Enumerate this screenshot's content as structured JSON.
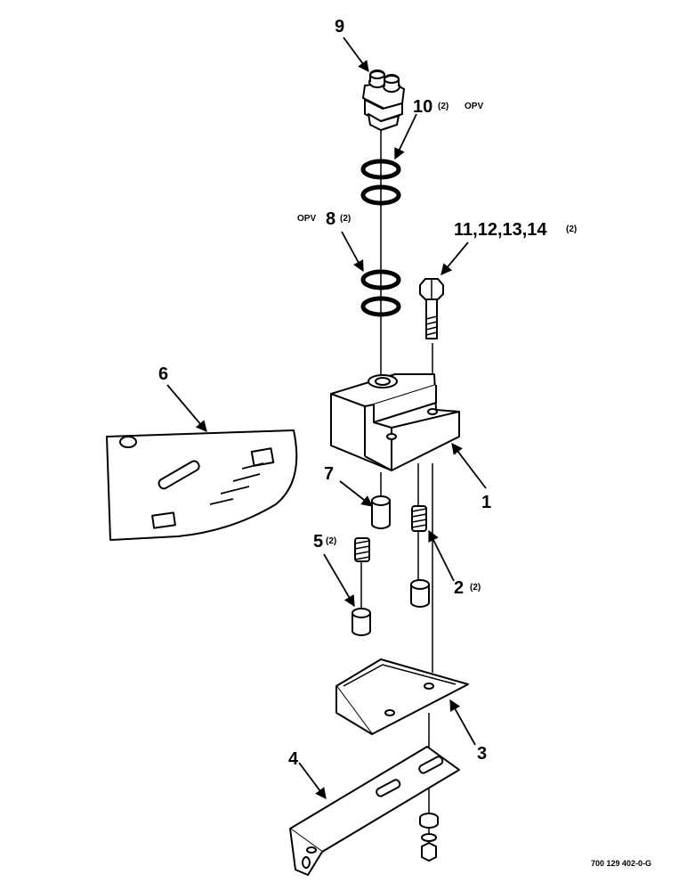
{
  "callouts": {
    "c9": "9",
    "c10": "10",
    "c10_qty": "(2)",
    "c10_note": "OPV",
    "c8_note": "OPV",
    "c8": "8",
    "c8_qty": "(2)",
    "c11": "11,12,13,14",
    "c11_qty": "(2)",
    "c6": "6",
    "c7": "7",
    "c1": "1",
    "c5": "5",
    "c5_qty": "(2)",
    "c2": "2",
    "c2_qty": "(2)",
    "c3": "3",
    "c4": "4"
  },
  "drawing_number": "700 129 402-0-G"
}
